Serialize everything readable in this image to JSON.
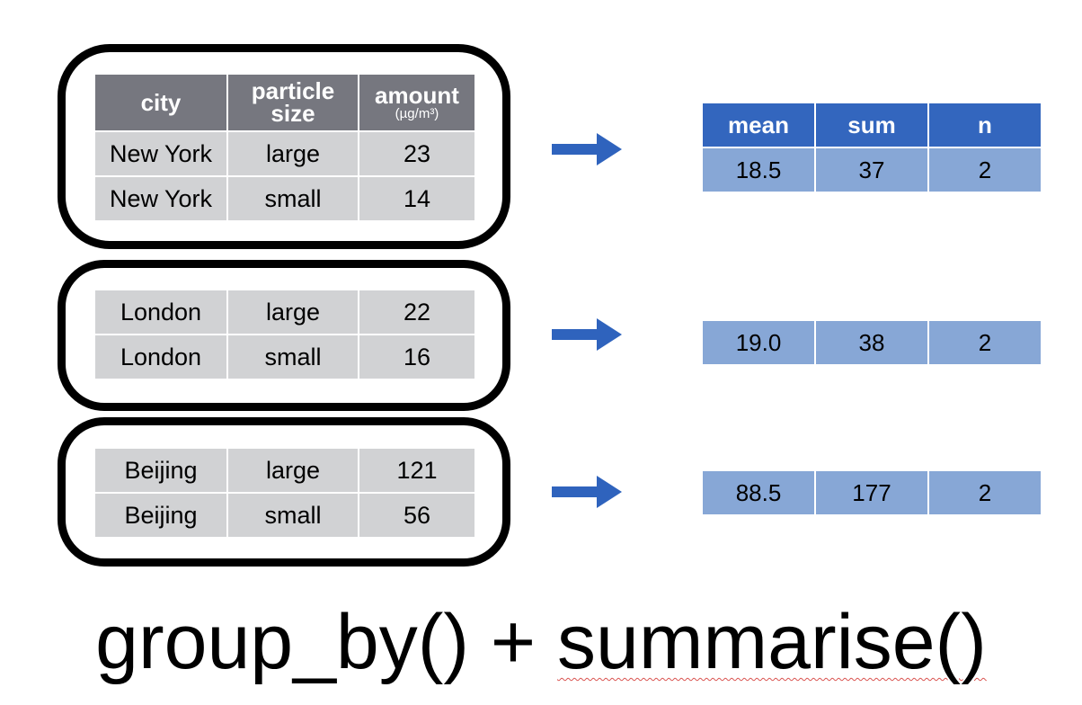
{
  "colors": {
    "source_header_bg": "#76777f",
    "source_cell_bg": "#d1d2d4",
    "result_header_bg": "#3366be",
    "result_cell_bg": "#87a7d6",
    "arrow": "#2f63bd",
    "group_border": "#000000"
  },
  "source_headers": {
    "city": "city",
    "particle_line1": "particle",
    "particle_line2": "size",
    "amount": "amount",
    "amount_unit": "(µg/m³)"
  },
  "groups": [
    {
      "rows": [
        {
          "city": "New York",
          "size": "large",
          "amount": "23"
        },
        {
          "city": "New York",
          "size": "small",
          "amount": "14"
        }
      ],
      "result": {
        "mean": "18.5",
        "sum": "37",
        "n": "2"
      }
    },
    {
      "rows": [
        {
          "city": "London",
          "size": "large",
          "amount": "22"
        },
        {
          "city": "London",
          "size": "small",
          "amount": "16"
        }
      ],
      "result": {
        "mean": "19.0",
        "sum": "38",
        "n": "2"
      }
    },
    {
      "rows": [
        {
          "city": "Beijing",
          "size": "large",
          "amount": "121"
        },
        {
          "city": "Beijing",
          "size": "small",
          "amount": "56"
        }
      ],
      "result": {
        "mean": "88.5",
        "sum": "177",
        "n": "2"
      }
    }
  ],
  "result_headers": {
    "mean": "mean",
    "sum": "sum",
    "n": "n"
  },
  "caption": {
    "part1": "group_by() + ",
    "part2": "summarise()"
  },
  "icons": {
    "arrow": "right-arrow-icon"
  }
}
